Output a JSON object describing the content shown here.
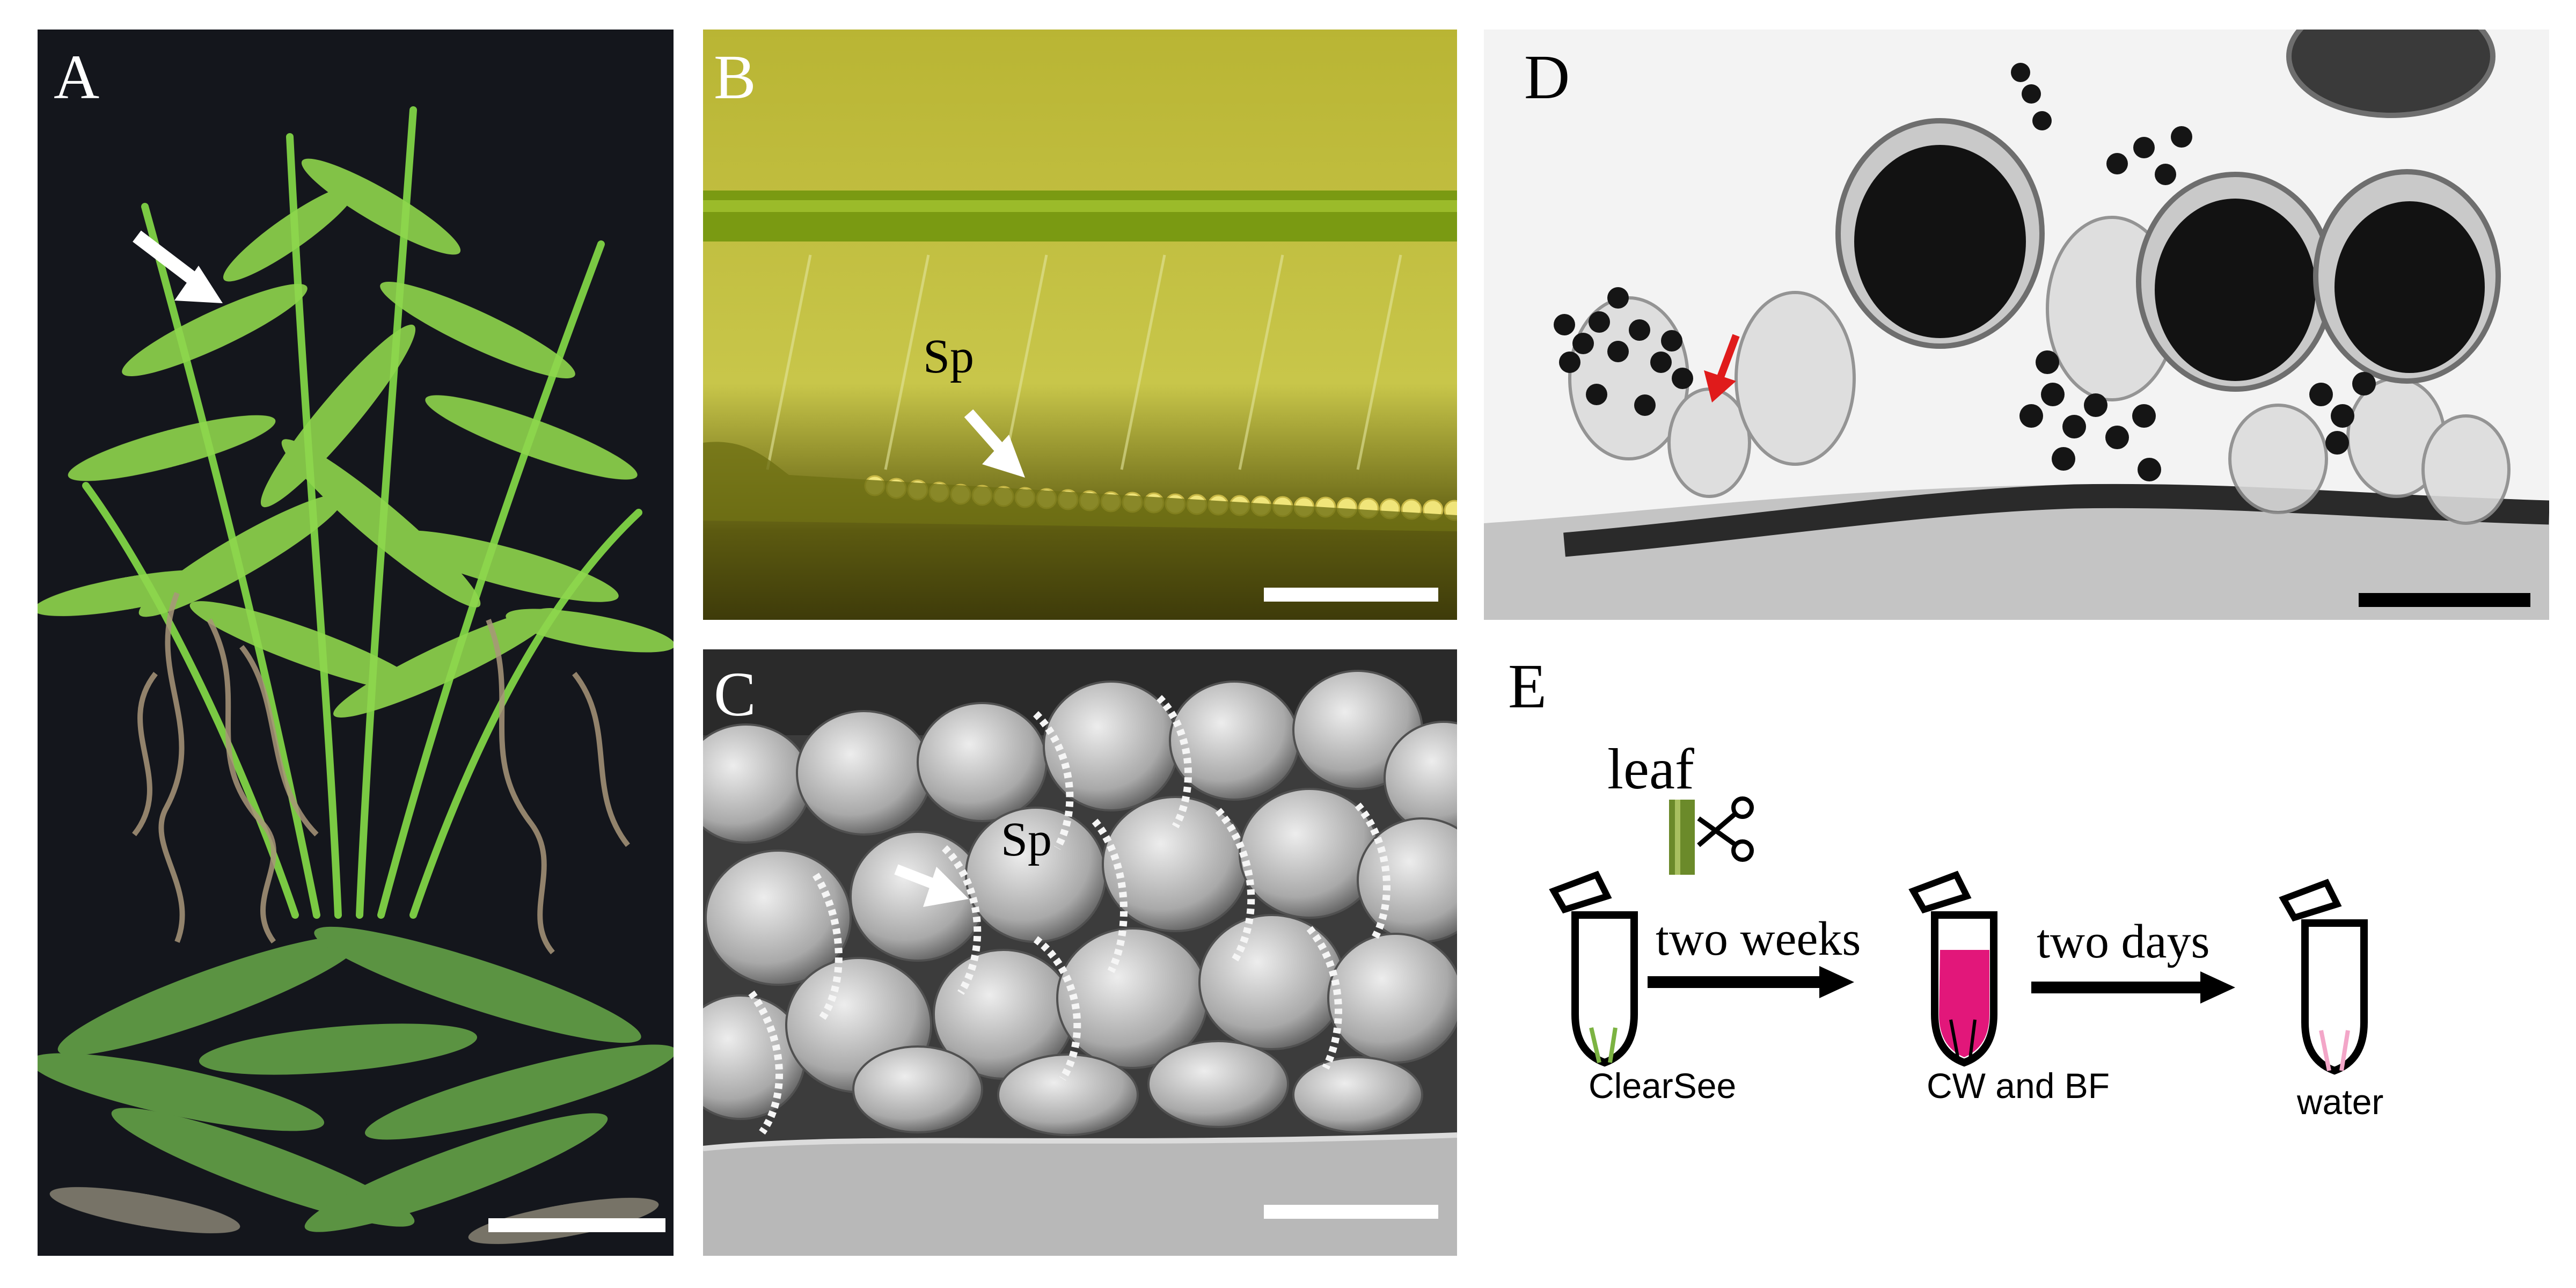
{
  "panels": {
    "a": {
      "label": "A"
    },
    "b": {
      "label": "B",
      "annotation": "Sp"
    },
    "c": {
      "label": "C",
      "annotation": "Sp"
    },
    "d": {
      "label": "D"
    },
    "e": {
      "label": "E",
      "leaf_label": "leaf",
      "step1_label": "two weeks",
      "step2_label": "two days",
      "tube1_caption": "ClearSee",
      "tube2_caption": "CW and BF",
      "tube3_caption": "water"
    }
  },
  "colors": {
    "panel_a_bg": "#14161c",
    "panel_b_bg": "#b8b832",
    "panel_c_bg": "#3a3a3a",
    "panel_d_bg": "#f2f2f2",
    "stain_magenta": "#e2177a",
    "arrow_red": "#e01b1b"
  },
  "icons": [
    "arrow-icon",
    "scissors-icon",
    "tube-icon"
  ]
}
